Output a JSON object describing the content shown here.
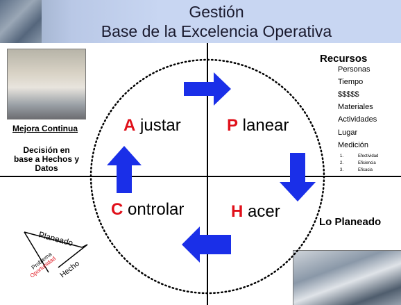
{
  "header": {
    "title_line1": "Gestión",
    "title_line2": "Base de la Excelencia Operativa"
  },
  "left": {
    "mejora": "Mejora Continua",
    "decision_line1": "Decisión en",
    "decision_line2": "base a Hechos y",
    "decision_line3": "Datos"
  },
  "quadrants": {
    "a_letter": "A",
    "a_rest": " justar",
    "p_letter": "P",
    "p_rest": " lanear",
    "c_letter": "C",
    "c_rest": " ontrolar",
    "h_letter": "H",
    "h_rest": " acer"
  },
  "resources": {
    "title": "Recursos",
    "items": [
      "Personas",
      "Tiempo",
      "$$$$$",
      "Materiales",
      "Actividades",
      "Lugar",
      "Medición"
    ],
    "sub": [
      {
        "num": "1.",
        "label": "Efectividad"
      },
      {
        "num": "2.",
        "label": "Eficiencia"
      },
      {
        "num": "3.",
        "label": "Eficacia"
      }
    ]
  },
  "lo_planeado": "Lo Planeado",
  "gap_diagram": {
    "planeado": "Planeado",
    "hecho": "Hecho",
    "problema": "Problema",
    "oportunidad": "Oportunidad"
  },
  "colors": {
    "accent_red": "#e0101a",
    "arrow_blue": "#1a2fe8",
    "header_blue": "#c8d6f2"
  }
}
